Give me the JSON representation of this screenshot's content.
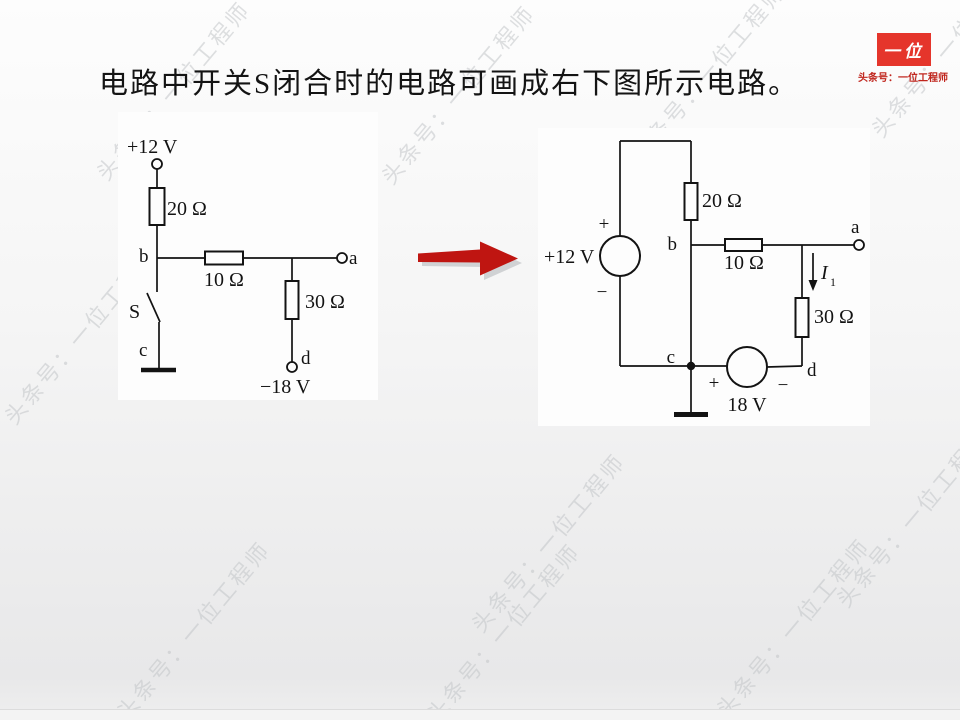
{
  "slide": {
    "title": "电路中开关S闭合时的电路可画成右下图所示电路。",
    "watermark": "头条号：一位工程师",
    "arrow_color": "#bf1511"
  },
  "logo": {
    "badge": "一位",
    "caption": "头条号：一位工程师",
    "badge_color": "#e5352b",
    "caption_color": "#c0251d"
  },
  "left_circuit": {
    "supply_top": "+12 V",
    "r20": "20 Ω",
    "node_b": "b",
    "r10": "10 Ω",
    "node_a": "a",
    "r30": "30 Ω",
    "node_d": "d",
    "supply_bottom": "−18 V",
    "switch": "S",
    "node_c": "c"
  },
  "right_circuit": {
    "source_label": "+12 V",
    "source_plus": "+",
    "source_minus": "−",
    "r20": "20 Ω",
    "node_b": "b",
    "r10": "10 Ω",
    "node_a": "a",
    "current": "I",
    "current_sub": "1",
    "r30": "30 Ω",
    "node_d": "d",
    "bottom_source_plus": "+",
    "bottom_source_minus": "−",
    "bottom_source": "18 V",
    "node_c": "c"
  }
}
